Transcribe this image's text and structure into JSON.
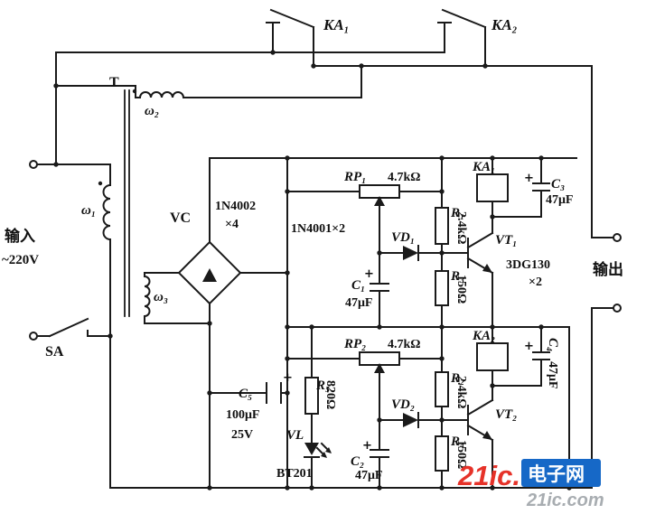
{
  "schematic": {
    "power": {
      "input_title": "输入",
      "input_voltage": "~220V",
      "switch": "SA",
      "output_title": "输出"
    },
    "transformer": {
      "name": "T",
      "primary": "ω₁",
      "winding2": "ω₂",
      "winding3": "ω₃"
    },
    "rectifier": {
      "name": "VC",
      "diode_type": "1N4002",
      "diode_qty": "×4"
    },
    "relay_contacts": {
      "ka1": "KA₁",
      "ka2": "KA₂"
    },
    "diode_pair": "1N4001×2",
    "transistor_type": "3DG130",
    "transistor_qty": "×2",
    "plus": "+",
    "channel1": {
      "pot": "RP₁",
      "pot_value": "4.7kΩ",
      "diode": "VD₁",
      "r_base": "R₁",
      "r_base_value": "2.4kΩ",
      "coil": "KA₁",
      "cap_par": "C₃",
      "cap_par_value": "47μF",
      "transistor": "VT₁",
      "cap_time": "C₁",
      "cap_time_value": "47μF",
      "r_e": "R₃",
      "r_e_value": "150Ω"
    },
    "channel2": {
      "pot": "RP₂",
      "pot_value": "4.7kΩ",
      "diode": "VD₂",
      "r_base": "R₂",
      "r_base_value": "2.4kΩ",
      "coil": "KA₂",
      "cap_par": "C₄",
      "cap_par_value": "47μF",
      "transistor": "VT₂",
      "cap_time": "C₂",
      "cap_time_value": "47μF",
      "r_e": "R₄",
      "r_e_value": "150Ω"
    },
    "filter": {
      "cap": "C₅",
      "cap_value": "100μF",
      "cap_voltage": "25V"
    },
    "indicator": {
      "res": "R₅",
      "res_value": "820Ω",
      "led": "VL",
      "led_type": "BT201"
    }
  },
  "watermark": {
    "brand": "21ic.",
    "site_cn": "电子网",
    "domain": "21ic.com"
  },
  "colors": {
    "wire": "#1a1a1a",
    "watermark_red": "#e63229",
    "watermark_blue": "#1668c7",
    "watermark_gray": "#9a9fa4"
  }
}
